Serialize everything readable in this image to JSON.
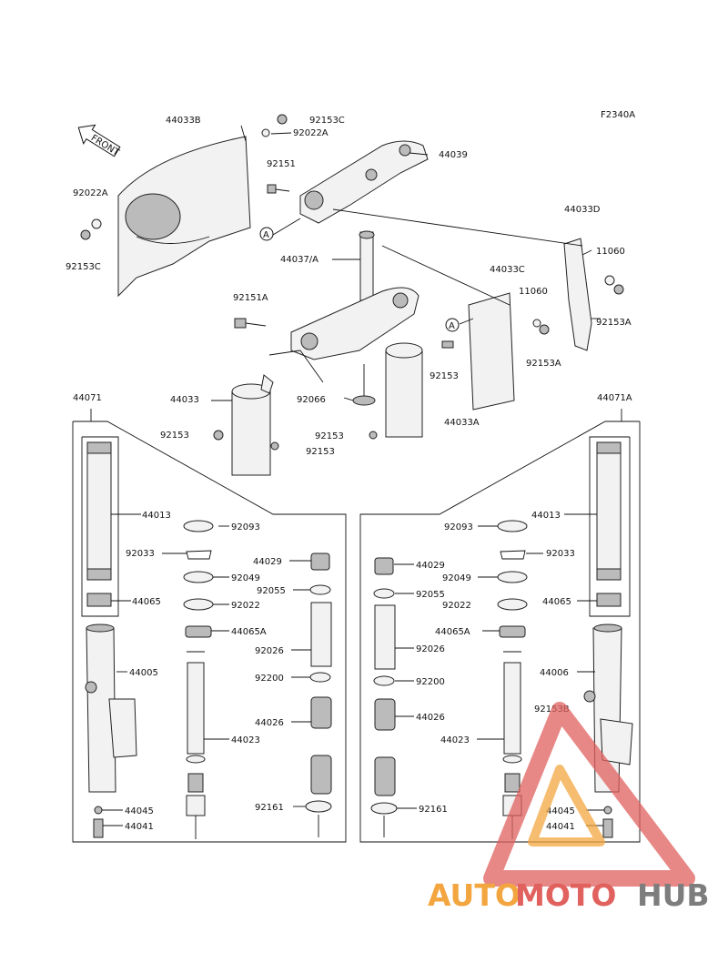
{
  "figure_code": "F2340A",
  "front_label": "FRONT",
  "ref_marker": "A",
  "watermark": {
    "part1": "AUTO",
    "part2": "MOTO",
    "part3": "HUB"
  },
  "labels": {
    "p44033B": "44033B",
    "p92153C_top": "92153C",
    "p92022A_top": "92022A",
    "p44039": "44039",
    "p92151": "92151",
    "p92022A_left": "92022A",
    "p92153C_left": "92153C",
    "p44033D": "44033D",
    "p11060_right": "11060",
    "p44037A": "44037/A",
    "p44033C": "44033C",
    "p11060_mid": "11060",
    "p92151A": "92151A",
    "p92153A_r1": "92153A",
    "p92153A_r2": "92153A",
    "p92153_mid": "92153",
    "p44033": "44033",
    "p92066": "92066",
    "p44033A": "44033A",
    "p92153_l": "92153",
    "p92153_c1": "92153",
    "p92153_c2": "92153",
    "p44071": "44071",
    "p44071A": "44071A",
    "L44013": "44013",
    "L92093": "92093",
    "L92033": "92033",
    "L44029": "44029",
    "L92049": "92049",
    "L92055": "92055",
    "L44065": "44065",
    "L92022": "92022",
    "L44065A": "44065A",
    "L92026": "92026",
    "L44005": "44005",
    "L92200": "92200",
    "L44026": "44026",
    "L44023": "44023",
    "L92161": "92161",
    "L44045": "44045",
    "L44041": "44041",
    "R92093": "92093",
    "R44013": "44013",
    "R92033": "92033",
    "R44029": "44029",
    "R92049": "92049",
    "R92055": "92055",
    "R92022": "92022",
    "R44065": "44065",
    "R44065A": "44065A",
    "R92026": "92026",
    "R44006": "44006",
    "R92200": "92200",
    "R44026": "44026",
    "R92153B": "92153B",
    "R44023": "44023",
    "R92161": "92161",
    "R44045": "44045",
    "R44041": "44041"
  }
}
